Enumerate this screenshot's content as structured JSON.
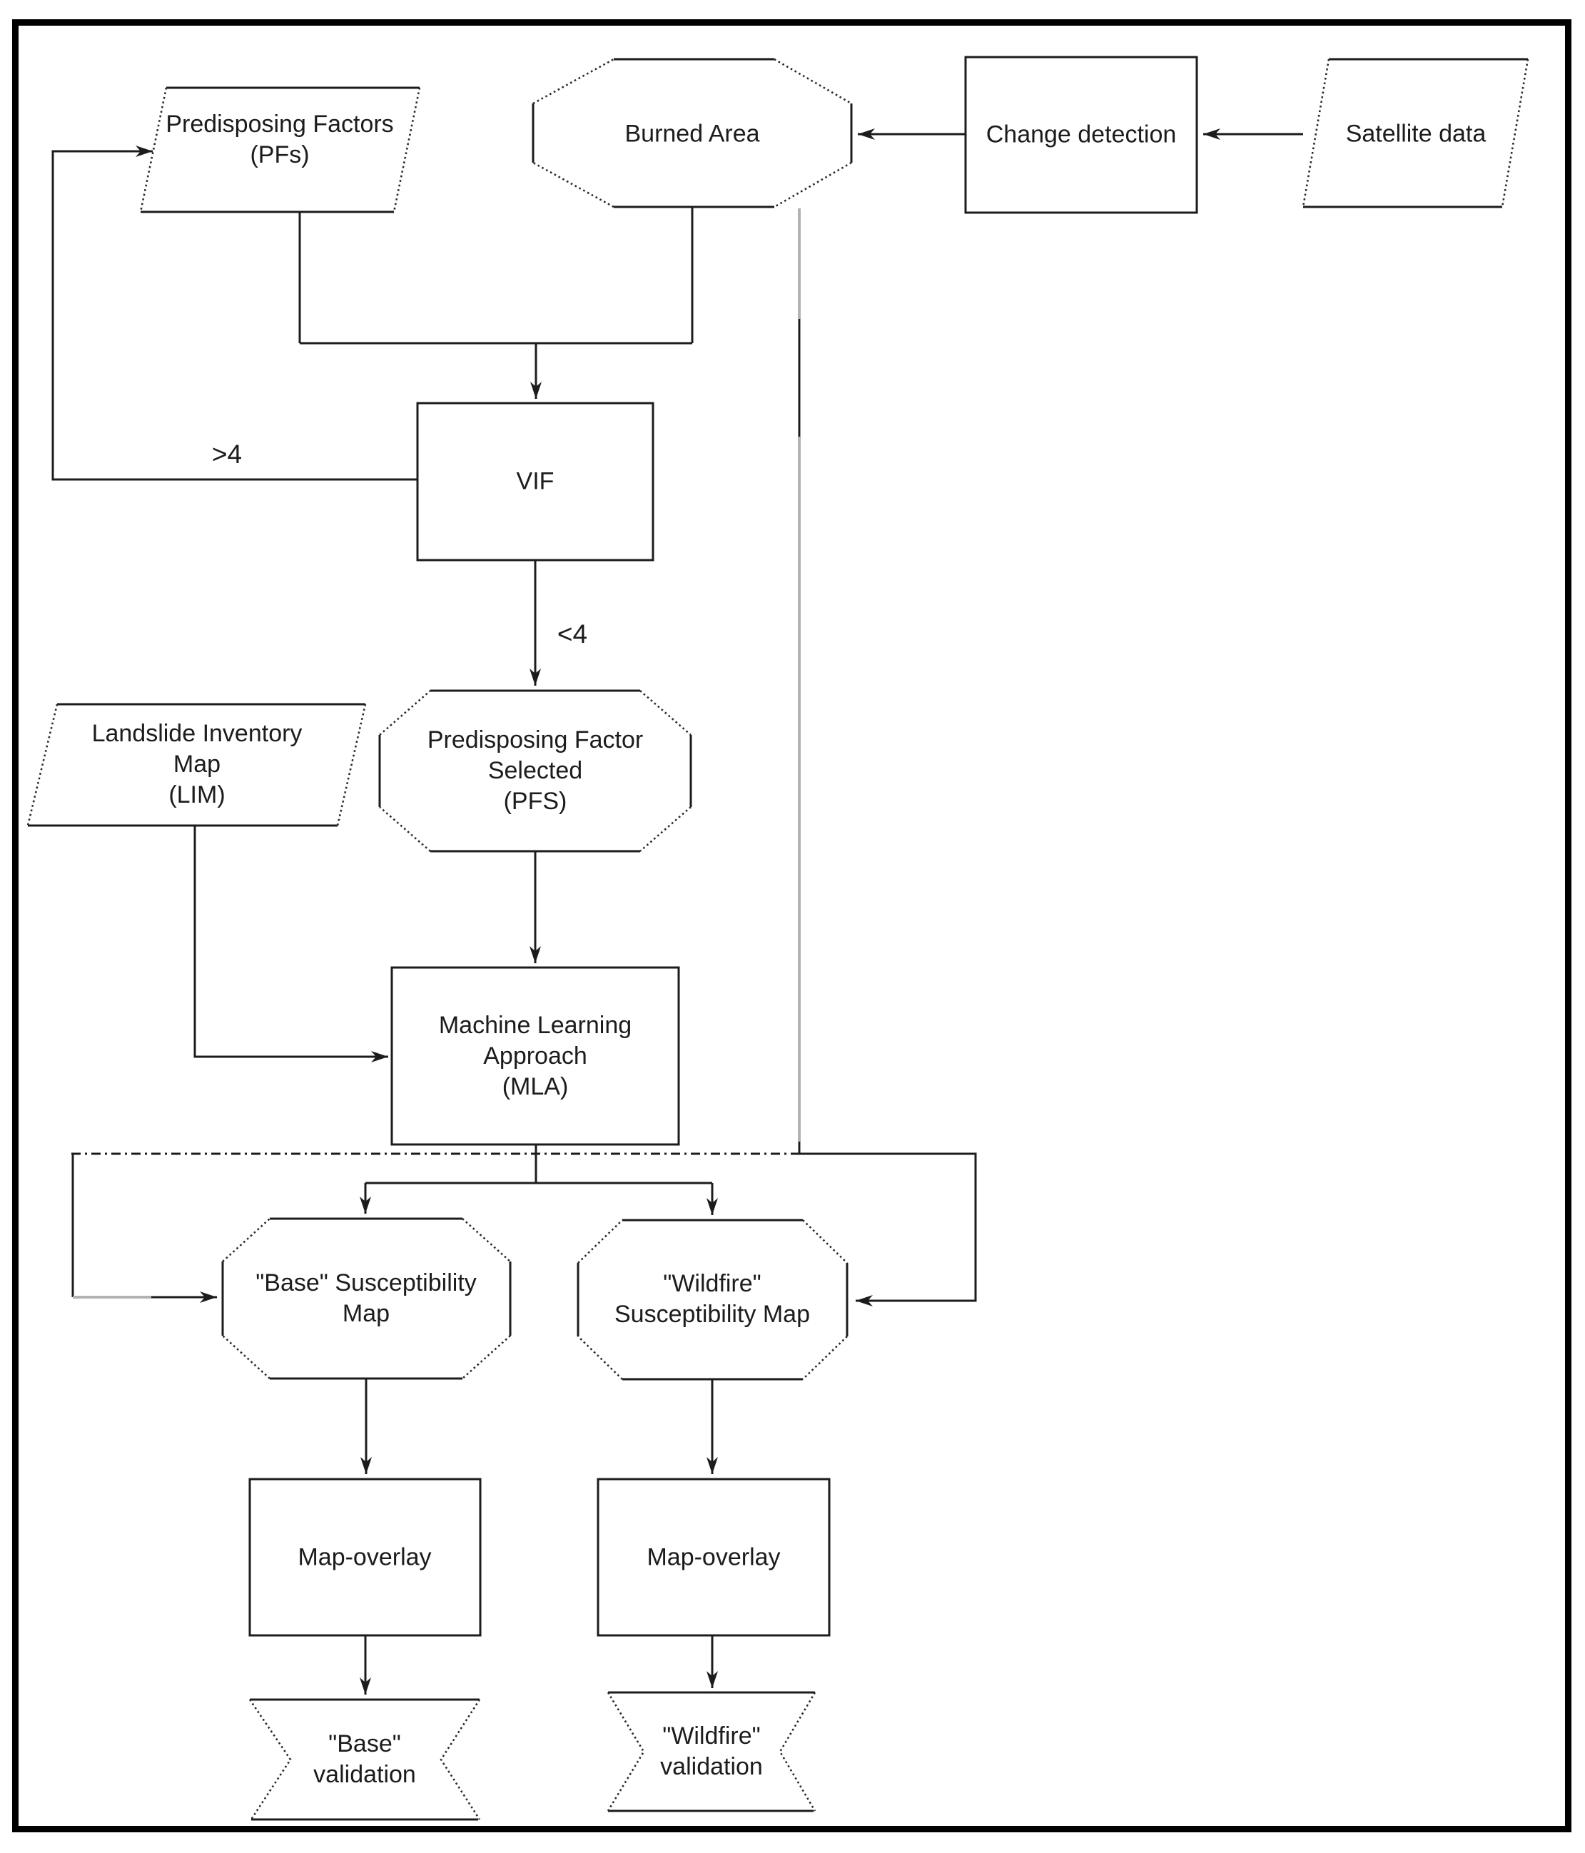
{
  "diagram": {
    "type": "flowchart",
    "nodes": {
      "predisposing_factors": {
        "shape": "parallelogram",
        "lines": [
          "Predisposing Factors",
          "(PFs)"
        ]
      },
      "burned_area": {
        "shape": "octagon",
        "lines": [
          "Burned Area"
        ]
      },
      "change_detection": {
        "shape": "rectangle",
        "lines": [
          "Change detection"
        ]
      },
      "satellite_data": {
        "shape": "parallelogram",
        "lines": [
          "Satellite data"
        ]
      },
      "vif": {
        "shape": "rectangle",
        "lines": [
          "VIF"
        ]
      },
      "predisposing_factor_selected": {
        "shape": "octagon",
        "lines": [
          "Predisposing Factor",
          "Selected",
          "(PFS)"
        ]
      },
      "landslide_inventory_map": {
        "shape": "parallelogram",
        "lines": [
          "Landslide Inventory",
          "Map",
          "(LIM)"
        ]
      },
      "machine_learning_approach": {
        "shape": "rectangle",
        "lines": [
          "Machine Learning",
          "Approach",
          "(MLA)"
        ]
      },
      "base_susceptibility_map": {
        "shape": "octagon",
        "lines": [
          "\"Base\" Susceptibility",
          "Map"
        ]
      },
      "wildfire_susceptibility_map": {
        "shape": "octagon",
        "lines": [
          "\"Wildfire\"",
          "Susceptibility Map"
        ]
      },
      "map_overlay_base": {
        "shape": "rectangle",
        "lines": [
          "Map-overlay"
        ]
      },
      "map_overlay_wildfire": {
        "shape": "rectangle",
        "lines": [
          "Map-overlay"
        ]
      },
      "base_validation": {
        "shape": "bowtie",
        "lines": [
          "\"Base\"",
          "validation"
        ]
      },
      "wildfire_validation": {
        "shape": "bowtie",
        "lines": [
          "\"Wildfire\"",
          "validation"
        ]
      }
    },
    "edge_labels": {
      "vif_reject": ">4",
      "vif_accept": "<4"
    },
    "colors": {
      "line": "#1c1c1c",
      "gray_line": "#b2b2b2",
      "border": "#000000",
      "background": "#ffffff",
      "text": "#1c1c1c"
    }
  }
}
